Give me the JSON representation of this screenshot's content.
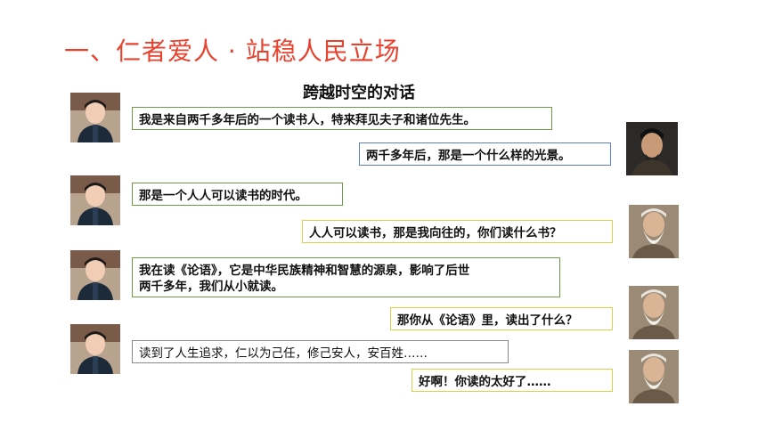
{
  "slide": {
    "title": "一、仁者爱人 · 站稳人民立场",
    "subtitle": "跨越时空的对话"
  },
  "dialogue": [
    {
      "speaker": "student",
      "text": "我是来自两千多年后的一个读书人，特来拜见夫子和诸位先生。"
    },
    {
      "speaker": "scholar",
      "text": "两千多年后，那是一个什么样的光景。"
    },
    {
      "speaker": "student",
      "text": "那是一个人人可以读书的时代。"
    },
    {
      "speaker": "confucius",
      "text": "人人可以读书，那是我向往的，你们读什么书？"
    },
    {
      "speaker": "student",
      "text_line1": "我在读《论语》，它是中华民族精神和智慧的源泉，影响了后世",
      "text_line2": "两千多年，我们从小就读。"
    },
    {
      "speaker": "confucius",
      "text": "那你从《论语》里，读出了什么？"
    },
    {
      "speaker": "student",
      "text": "读到了人生追求，仁以为己任，修己安人，安百姓……"
    },
    {
      "speaker": "confucius",
      "text": "好啊！你读的太好了……"
    }
  ],
  "colors": {
    "title_red": "#e8422f",
    "student_border": "#6f9a43",
    "elder_border": "#d8d24a",
    "scholar_border": "#5c7fc6"
  }
}
